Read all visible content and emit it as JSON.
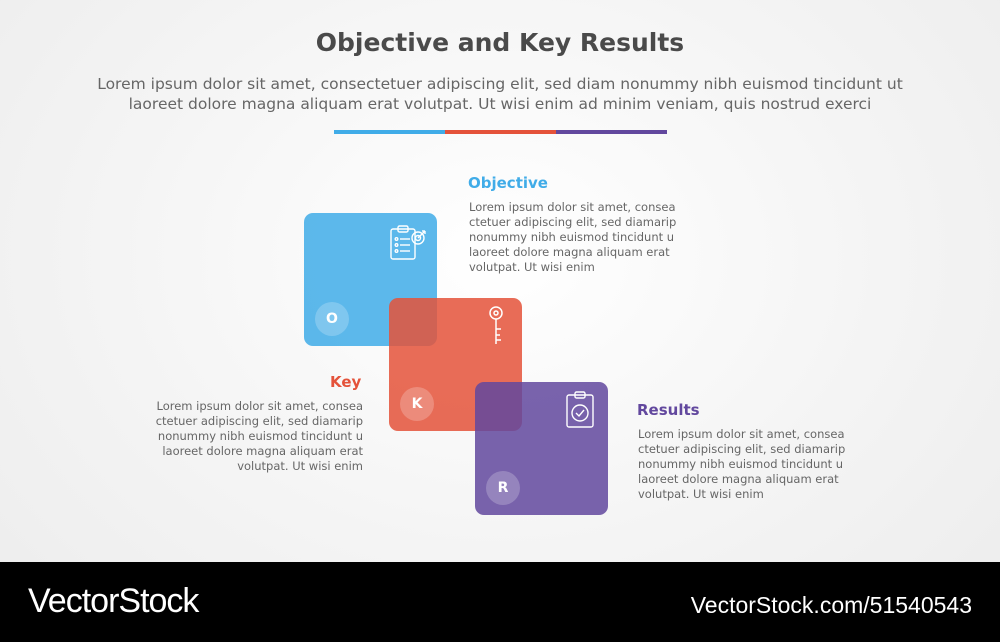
{
  "title": "Objective and Key Results",
  "subtitle": "Lorem ipsum dolor sit amet, consectetuer adipiscing elit, sed diam nonummy nibh euismod tincidunt ut laoreet dolore magna aliquam erat volutpat. Ut wisi enim ad minim veniam, quis nostrud exerci",
  "colors": {
    "objective": "#40ace8",
    "key": "#e4523a",
    "results": "#62489e"
  },
  "items": [
    {
      "letter": "O",
      "heading": "Objective",
      "icon": "clipboard-target-icon",
      "text": "Lorem ipsum dolor sit amet, consea ctetuer adipiscing elit, sed diamarip nonummy nibh euismod tincidunt u laoreet dolore magna aliquam erat volutpat. Ut wisi enim"
    },
    {
      "letter": "K",
      "heading": "Key",
      "icon": "key-icon",
      "text": "Lorem ipsum dolor sit amet, consea ctetuer adipiscing elit, sed diamarip nonummy nibh euismod tincidunt u laoreet dolore magna aliquam erat volutpat. Ut wisi enim"
    },
    {
      "letter": "R",
      "heading": "Results",
      "icon": "clipboard-check-icon",
      "text": "Lorem ipsum dolor sit amet, consea ctetuer adipiscing elit, sed diamarip nonummy nibh euismod tincidunt u laoreet dolore magna aliquam erat volutpat. Ut wisi enim"
    }
  ],
  "footer": {
    "logo": "VectorStock",
    "url": "VectorStock.com/51540543"
  }
}
